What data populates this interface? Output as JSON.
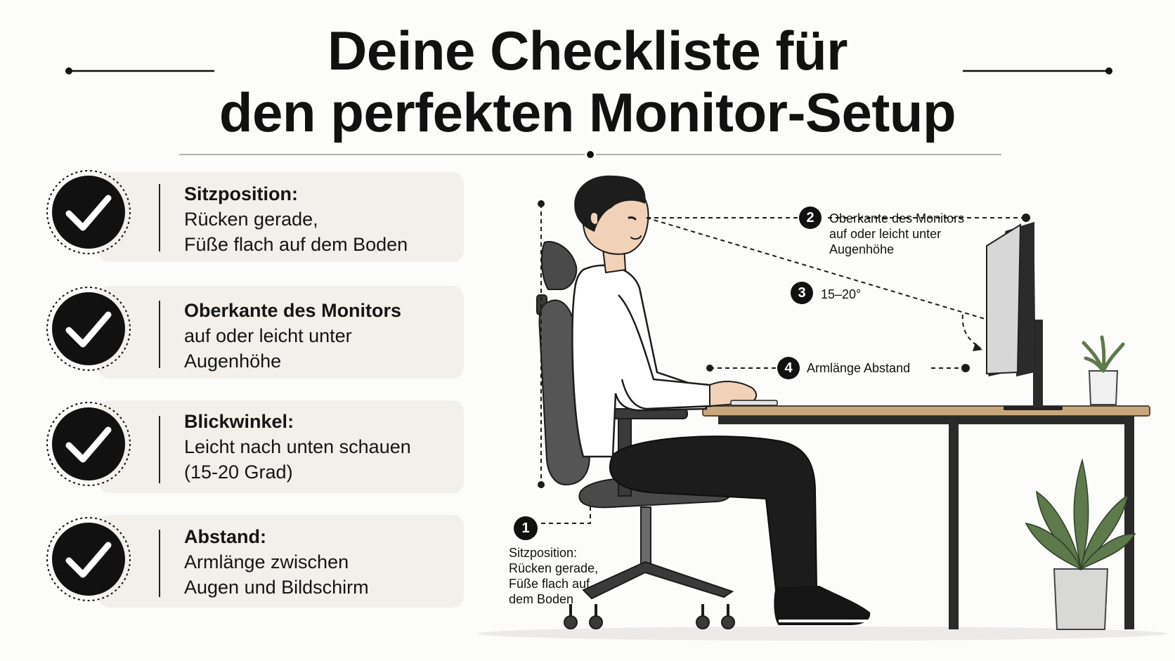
{
  "title": {
    "line1": "Deine Checkliste für",
    "line2": "den perfekten Monitor-Setup"
  },
  "checklist": [
    {
      "heading": "Sitzposition:",
      "lines": [
        "Rücken gerade,",
        "Füße flach auf dem Boden"
      ],
      "icon": "check-icon"
    },
    {
      "heading": "Oberkante des Monitors",
      "lines": [
        "auf oder leicht unter",
        "Augenhöhe"
      ],
      "icon": "check-icon"
    },
    {
      "heading": "Blickwinkel:",
      "lines": [
        "Leicht nach unten schauen",
        "(15-20 Grad)"
      ],
      "icon": "check-icon"
    },
    {
      "heading": "Abstand:",
      "lines": [
        "Armlänge zwischen",
        "Augen und Bildschirm"
      ],
      "icon": "check-icon"
    }
  ],
  "annotations": {
    "a1": {
      "num": "1",
      "lines": [
        "Sitzposition:",
        "Rücken gerade,",
        "Füße flach auf",
        "dem Boden"
      ]
    },
    "a2": {
      "num": "2",
      "lines": [
        "Oberkante des Monitors",
        "auf oder leicht unter",
        "Augenhöhe"
      ]
    },
    "a3": {
      "num": "3",
      "text": "15–20°"
    },
    "a4": {
      "num": "4",
      "text": "Armlänge Abstand"
    }
  },
  "colors": {
    "card_bg": "#f3f0ec",
    "ink": "#111111",
    "desk_top": "#c9a77d",
    "plant": "#5e7a4d"
  }
}
